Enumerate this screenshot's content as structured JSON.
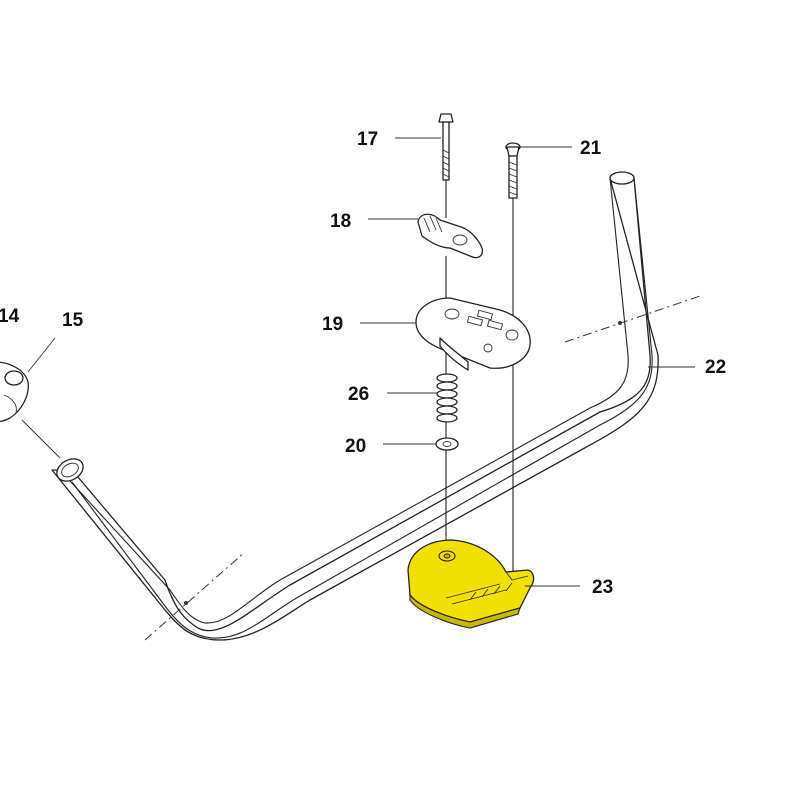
{
  "callouts": {
    "p14": "14",
    "p15": "15",
    "p17": "17",
    "p18": "18",
    "p19": "19",
    "p20": "20",
    "p21": "21",
    "p22": "22",
    "p23": "23",
    "p26": "26"
  },
  "colors": {
    "highlight": "#F2E000",
    "highlight_shade": "#C9B800",
    "line": "#222222",
    "background": "#FFFFFF"
  }
}
